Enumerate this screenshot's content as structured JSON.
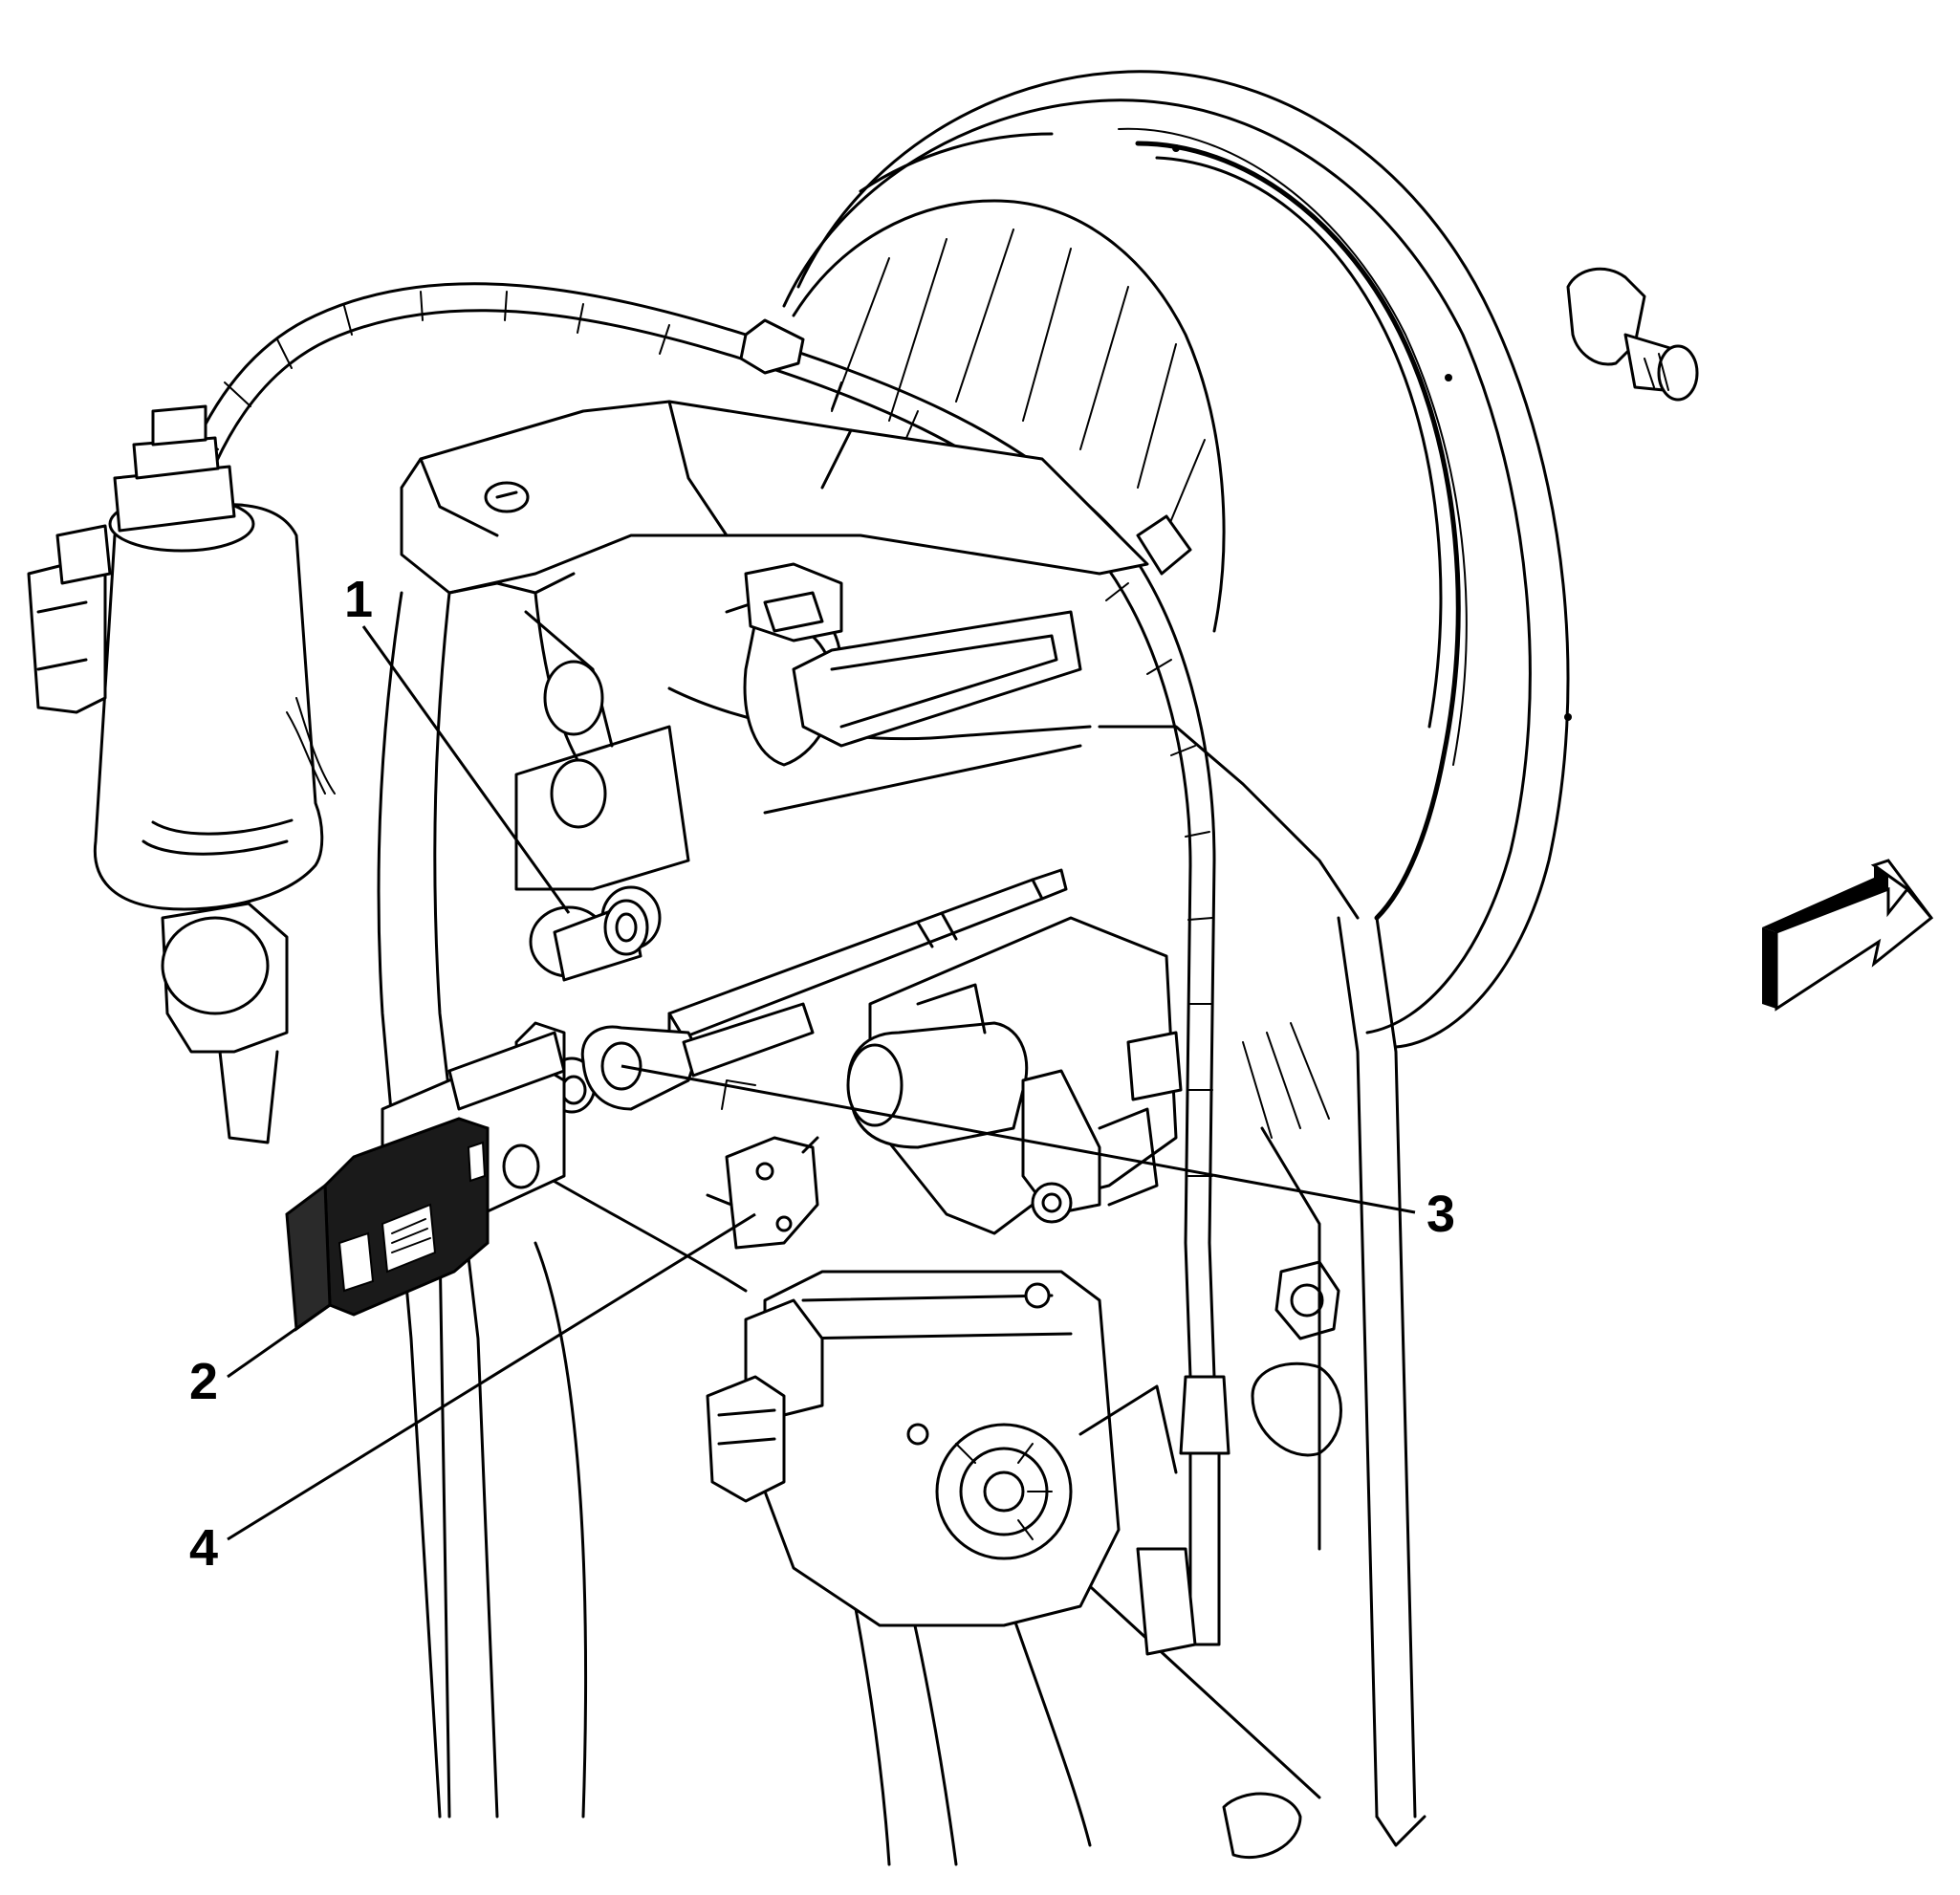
{
  "callouts": [
    {
      "id": "1",
      "label": "1"
    },
    {
      "id": "2",
      "label": "2"
    },
    {
      "id": "3",
      "label": "3"
    },
    {
      "id": "4",
      "label": "4"
    }
  ],
  "icons": {
    "direction_arrow": "front-direction-arrow-icon"
  },
  "colors": {
    "line": "#000000",
    "background": "#ffffff"
  }
}
